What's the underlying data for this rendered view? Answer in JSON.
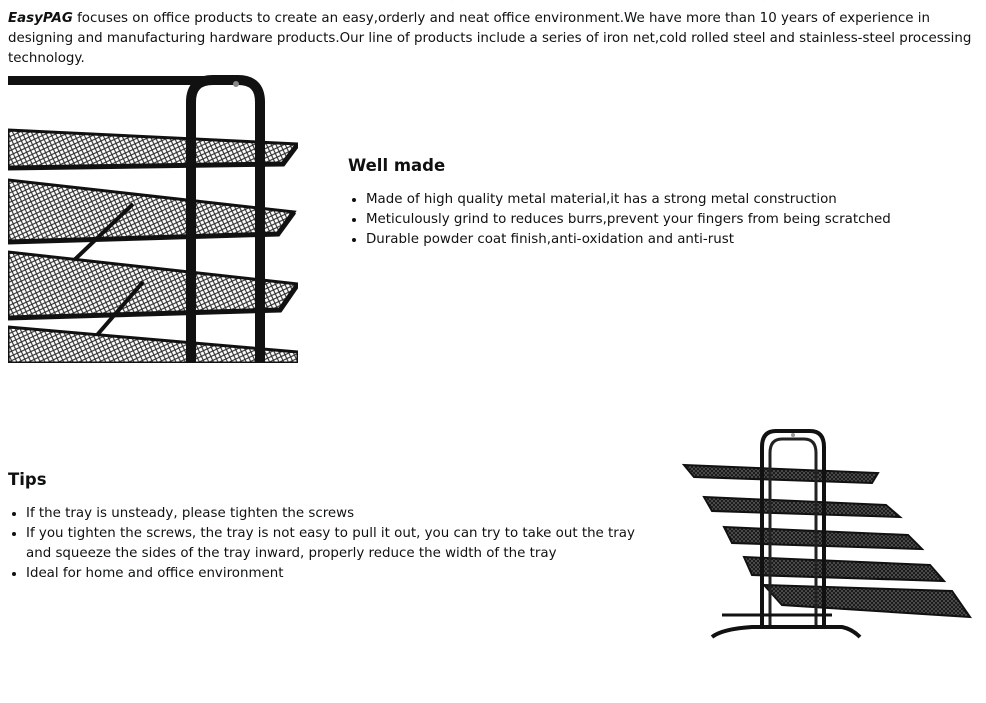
{
  "intro": {
    "brand": "EasyPAG",
    "text": " focuses on office products to create an easy,orderly and neat office environment.We have more than 10 years of experience in designing and manufacturing hardware products.Our line of products include a series of iron net,cold rolled steel and stainless-steel processing technology."
  },
  "well_made": {
    "heading": "Well made",
    "items": [
      "Made of high quality metal material,it has a strong metal construction",
      "Meticulously grind to reduces burrs,prevent your fingers from being scratched",
      "Durable powder coat finish,anti-oxidation and anti-rust"
    ]
  },
  "tips": {
    "heading": "Tips",
    "items": [
      "If the tray is unsteady, please tighten the screws",
      "If you tighten the screws, the tray is not easy to pull it out, you can try to take out the tray and squeeze the sides of the tray inward, properly reduce the width of the tray",
      "Ideal for home and office environment"
    ]
  }
}
